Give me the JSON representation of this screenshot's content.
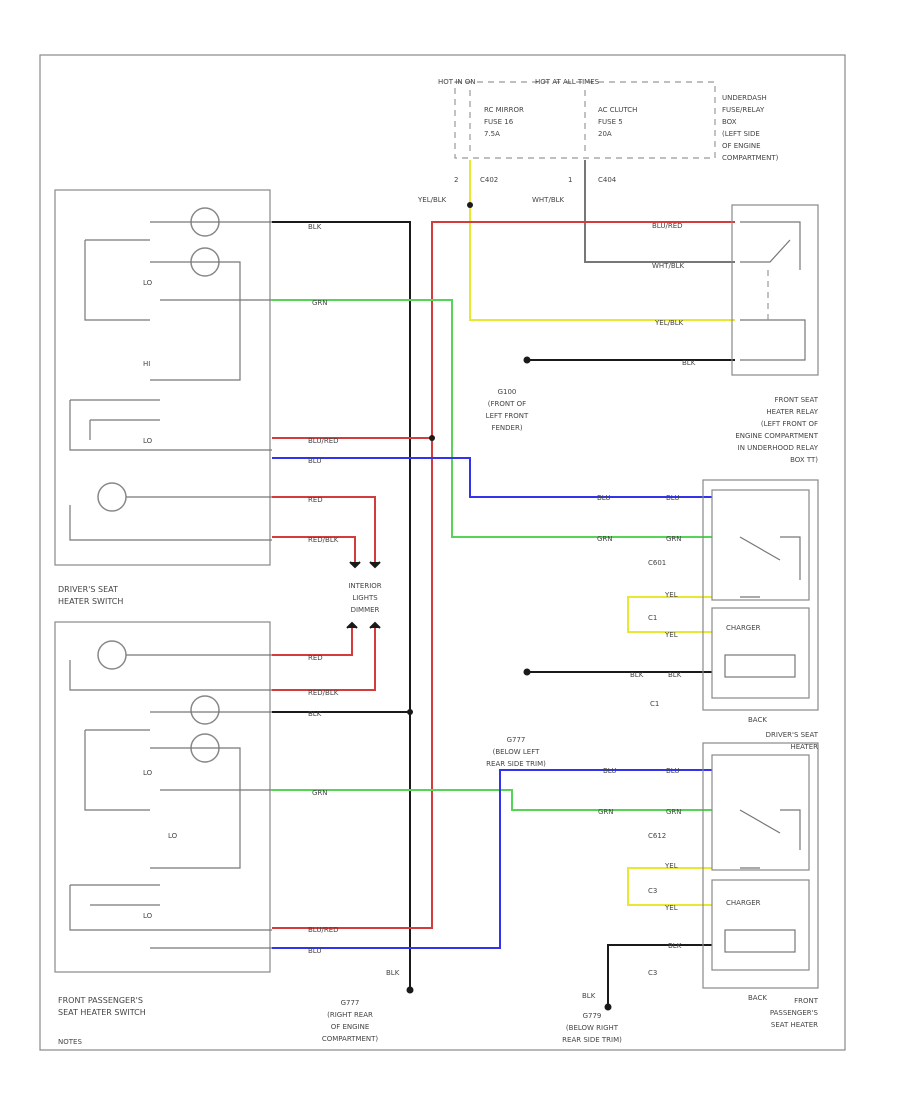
{
  "fuse_box": {
    "header_left": "HOT IN ON",
    "header_right": "HOT AT ALL TIMES",
    "fuse1": [
      "RC MIRROR",
      "FUSE 16",
      "7.5A"
    ],
    "fuse2": [
      "AC CLUTCH",
      "FUSE 5",
      "20A"
    ],
    "name": [
      "UNDERDASH",
      "FUSE/RELAY",
      "BOX",
      "(LEFT SIDE",
      "OF ENGINE",
      "COMPARTMENT)"
    ],
    "pin1": "2",
    "conn1": "C402",
    "pin2": "1",
    "conn2": "C404"
  },
  "wires": {
    "yel_blk": "YEL/BLK",
    "wht_blk": "WHT/BLK",
    "blu_red": "BLU/RED",
    "blk": "BLK",
    "grn": "GRN",
    "blu": "BLU",
    "red": "RED",
    "red_blk": "RED/BLK",
    "yel": "YEL"
  },
  "switch_labels": {
    "lo": "LO",
    "hi": "HI"
  },
  "labels": {
    "g100": [
      "G100",
      "(FRONT OF",
      "LEFT FRONT",
      "FENDER)"
    ],
    "relay": [
      "FRONT SEAT",
      "HEATER RELAY",
      "(LEFT FRONT OF",
      "ENGINE COMPARTMENT",
      "IN UNDERHOOD RELAY",
      "BOX TT)"
    ],
    "driver_switch": [
      "DRIVER'S SEAT",
      "HEATER SWITCH"
    ],
    "interior_lights": [
      "INTERIOR",
      "LIGHTS",
      "DIMMER"
    ],
    "c601": "C601",
    "c1a": "C1",
    "c1b": "C1",
    "thermal": "CHARGER",
    "back1": "BACK",
    "g777": [
      "G777",
      "(BELOW LEFT",
      "REAR SIDE TRIM)"
    ],
    "driver_heater": [
      "DRIVER'S SEAT",
      "HEATER"
    ],
    "c612": "C612",
    "c3a": "C3",
    "c3b": "C3",
    "back2": "BACK",
    "pass_switch": [
      "FRONT PASSENGER'S",
      "SEAT HEATER SWITCH"
    ],
    "g777b": [
      "G777",
      "(RIGHT REAR",
      "OF ENGINE",
      "COMPARTMENT)"
    ],
    "g779": [
      "G779",
      "(BELOW RIGHT",
      "REAR SIDE TRIM)"
    ],
    "pass_heater": [
      "FRONT",
      "PASSENGER'S",
      "SEAT HEATER"
    ],
    "footer": "NOTES"
  },
  "colors": {
    "black": "#1a1a1a",
    "red": "#d23c3c",
    "green": "#55d455",
    "blue": "#3333ee",
    "yellow": "#e8e834",
    "gray": "#777777",
    "frame": "#888888"
  }
}
